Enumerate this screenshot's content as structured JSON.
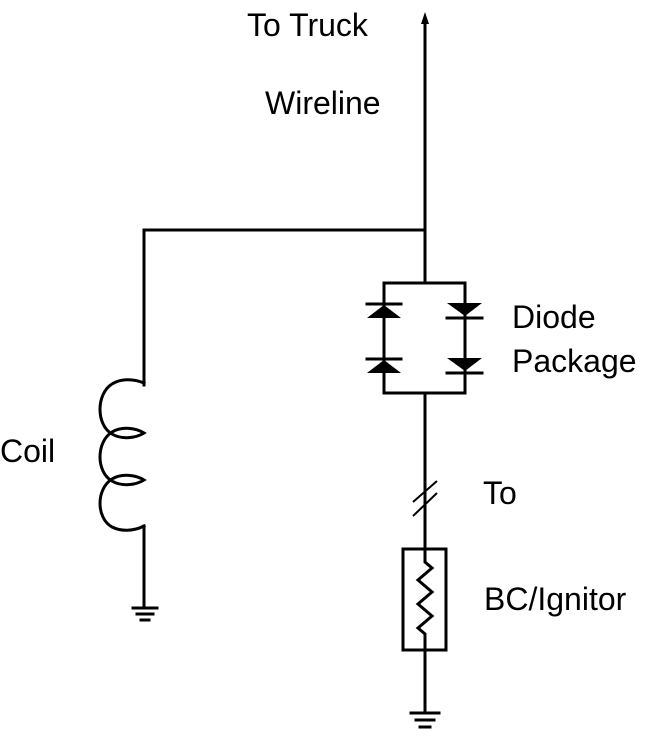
{
  "diagram": {
    "type": "circuit-schematic",
    "labels": {
      "to_truck": "To Truck",
      "wireline": "Wireline",
      "diode_line1": "Diode",
      "diode_line2": "Package",
      "coil": "Coil",
      "to": "To",
      "bc_ignitor": "BC/Ignitor"
    },
    "components": [
      {
        "id": "wireline",
        "kind": "wire-with-arrow",
        "direction": "up",
        "label": "To Truck / Wireline"
      },
      {
        "id": "coil",
        "kind": "inductor",
        "turns": 3,
        "label": "Coil"
      },
      {
        "id": "diode-package",
        "kind": "diode-bridge",
        "diodes": 4,
        "label": "Diode Package"
      },
      {
        "id": "break",
        "kind": "line-break",
        "label": "To"
      },
      {
        "id": "bc-ignitor",
        "kind": "resistor-element",
        "label": "BC/Ignitor"
      },
      {
        "id": "ground-coil",
        "kind": "ground"
      },
      {
        "id": "ground-ignitor",
        "kind": "ground"
      }
    ],
    "stroke_color": "#000000",
    "background": "#ffffff"
  }
}
